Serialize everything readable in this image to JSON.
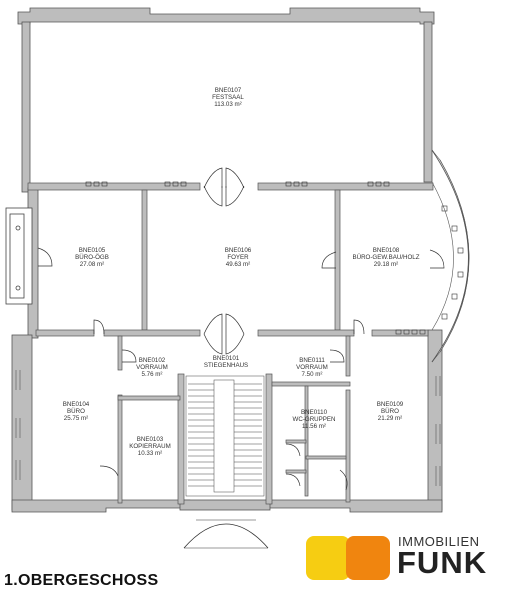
{
  "floor_title": "1.OBERGESCHOSS",
  "logo": {
    "line1": "IMMOBILIEN",
    "line2": "FUNK",
    "color_yellow": "#f6cd12",
    "color_orange": "#f0850f"
  },
  "colors": {
    "wall_fill": "#bdbdbd",
    "wall_stroke": "#555555",
    "line": "#333333"
  },
  "rooms": [
    {
      "id": "BNE0107",
      "name": "FESTSAAL",
      "area": "113.03 m²"
    },
    {
      "id": "BNE0105",
      "name": "BÜRO-ÖGB",
      "area": "27.08 m²"
    },
    {
      "id": "BNE0106",
      "name": "FOYER",
      "area": "49.63 m²"
    },
    {
      "id": "BNE0108",
      "name": "BÜRO-GEW.BAU/HOLZ",
      "area": "29.18 m²"
    },
    {
      "id": "BNE0102",
      "name": "VORRAUM",
      "area": "5.76 m²"
    },
    {
      "id": "BNE0101",
      "name": "STIEGENHAUS",
      "area": ""
    },
    {
      "id": "BNE0111",
      "name": "VORRAUM",
      "area": "7.50 m²"
    },
    {
      "id": "BNE0104",
      "name": "BÜRO",
      "area": "25.75 m²"
    },
    {
      "id": "BNE0103",
      "name": "KOPIERRAUM",
      "area": "10.33 m²"
    },
    {
      "id": "BNE0110",
      "name": "WC-GRUPPEN",
      "area": "11.56 m²"
    },
    {
      "id": "BNE0109",
      "name": "BÜRO",
      "area": "21.29 m²"
    }
  ]
}
